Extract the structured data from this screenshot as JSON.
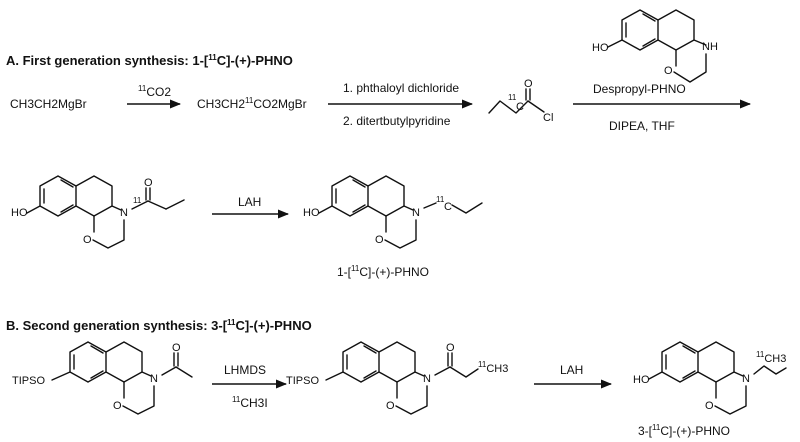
{
  "section_a": {
    "title_prefix": "A. First generation synthesis: 1-[",
    "title_iso": "11",
    "title_suffix": "C]-(+)-PHNO"
  },
  "section_b": {
    "title_prefix": "B. Second generation synthesis: 3-[",
    "title_iso": "11",
    "title_suffix": "C]-(+)-PHNO"
  },
  "row1": {
    "grignard": "CH3CH2MgBr",
    "co2_iso": "11",
    "co2_label": "CO2",
    "product1_prefix": "CH3CH2",
    "product1_iso": "11",
    "product1_suffix": "CO2MgBr",
    "reagent1_step1": "1. phthaloyl dichloride",
    "reagent1_step2": "2. ditertbutylpyridine",
    "acyl_iso": "11",
    "acyl_c": "C",
    "acyl_o": "O",
    "acyl_cl": "Cl",
    "amine_name": "Despropyl-PHNO",
    "coupling_reagent": "DIPEA, THF",
    "amine_ho": "HO",
    "amine_nh": "NH",
    "amine_o": "O"
  },
  "row2": {
    "amide_ho": "HO",
    "amide_n": "N",
    "amide_o_ring": "O",
    "amide_o_carbonyl": "O",
    "amide_iso": "11",
    "lah": "LAH",
    "prod_ho": "HO",
    "prod_n": "N",
    "prod_o": "O",
    "prod_iso": "11",
    "prod_c": "C",
    "prod_name_prefix": "1-[",
    "prod_name_iso": "11",
    "prod_name_suffix": "C]-(+)-PHNO"
  },
  "row3": {
    "start_tipso": "TIPSO",
    "start_n": "N",
    "start_o_ring": "O",
    "start_o_carbonyl": "O",
    "lhmds": "LHMDS",
    "mei_iso": "11",
    "mei_label": "CH3I",
    "mid_tipso": "TIPSO",
    "mid_n": "N",
    "mid_o_ring": "O",
    "mid_o_carbonyl": "O",
    "mid_iso": "11",
    "mid_ch3": "CH3",
    "lah": "LAH",
    "final_ho": "HO",
    "final_n": "N",
    "final_o": "O",
    "final_iso": "11",
    "final_ch3": "CH3",
    "final_name_prefix": "3-[",
    "final_name_iso": "11",
    "final_name_suffix": "C]-(+)-PHNO"
  }
}
